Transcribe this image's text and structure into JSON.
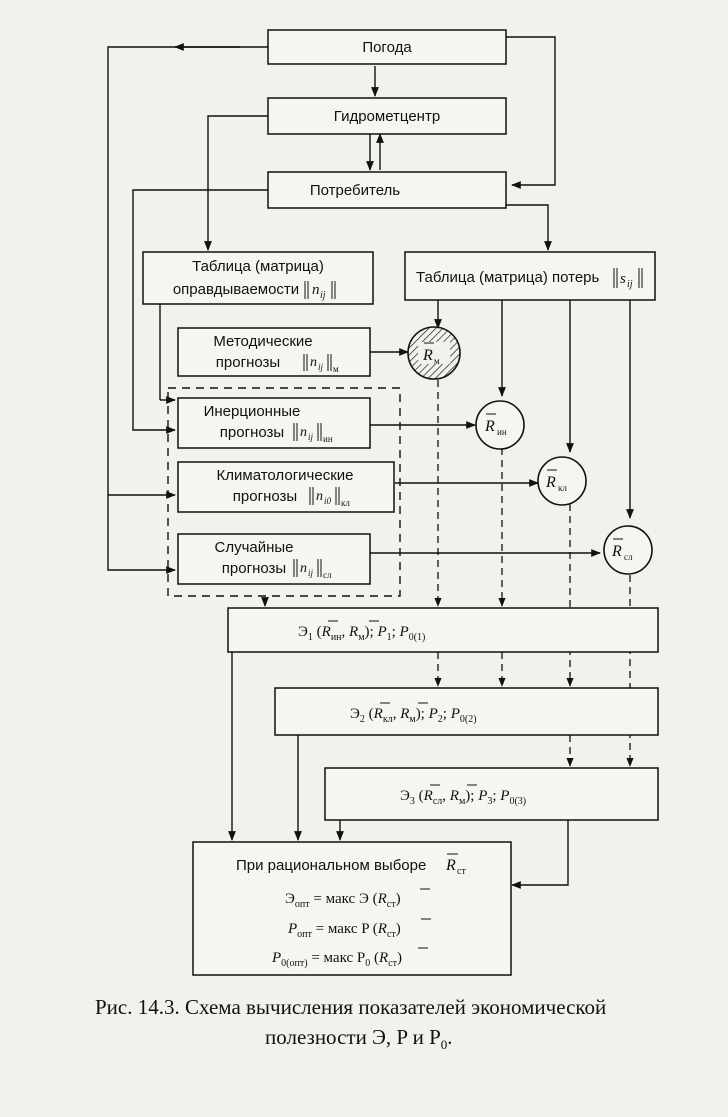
{
  "boxes": {
    "weather": "Погода",
    "hydromet": "Гидрометцентр",
    "consumer": "Потребитель",
    "justif_line1": "Таблица (матрица)",
    "justif_line2": "оправдываемости",
    "loss_text": "Таблица (матрица) потерь",
    "method_line1": "Методические",
    "method_line2": "прогнозы",
    "inert_line1": "Инерционные",
    "inert_line2": "прогнозы",
    "clim_line1": "Климатологические",
    "clim_line2": "прогнозы",
    "rand_line1": "Случайные",
    "rand_line2": "прогнозы"
  },
  "matrices": {
    "n": "n",
    "ij": "ij",
    "i0": "i0",
    "s": "s",
    "m": "м",
    "in": "ин",
    "kl": "кл",
    "sl": "сл"
  },
  "circles": {
    "R": "R",
    "m": "м",
    "in": "ин",
    "kl": "кл",
    "sl": "сл"
  },
  "econ": {
    "e1_prefix": "Э",
    "e1_index": "1",
    "e1_args_R1": "R",
    "e1_args_sub1": "ин",
    "e1_args_R2": "R",
    "e1_args_sub2": "м",
    "p": "P",
    "p_index1": "1",
    "p0": "P",
    "p0_sub1": "0(1)",
    "e2_index": "2",
    "e2_sub1": "кл",
    "e2_sub2": "м",
    "p_index2": "2",
    "p0_sub2": "0(2)",
    "e3_index": "3",
    "e3_sub1": "сл",
    "e3_sub2": "м",
    "p_index3": "3",
    "p0_sub3": "0(3)"
  },
  "final": {
    "title": "При рациональном выборе",
    "R": "R",
    "st": "ст",
    "l1_lhs": "Э",
    "l1_sub": "опт",
    "l1_rhs": "= макс Э (",
    "l2_lhs": "P",
    "l2_sub": "опт",
    "l2_rhs": "= макс P (",
    "l3_lhs": "P",
    "l3_sub": "0(опт)",
    "l3_rhs": "= макс P",
    "l3_rhs_sub": "0",
    "close": ")"
  },
  "caption": {
    "line1": "Рис. 14.3. Схема вычисления показателей экономической",
    "line2": "полезности Э, P и P",
    "line2_sub": "0",
    "line2_end": "."
  }
}
